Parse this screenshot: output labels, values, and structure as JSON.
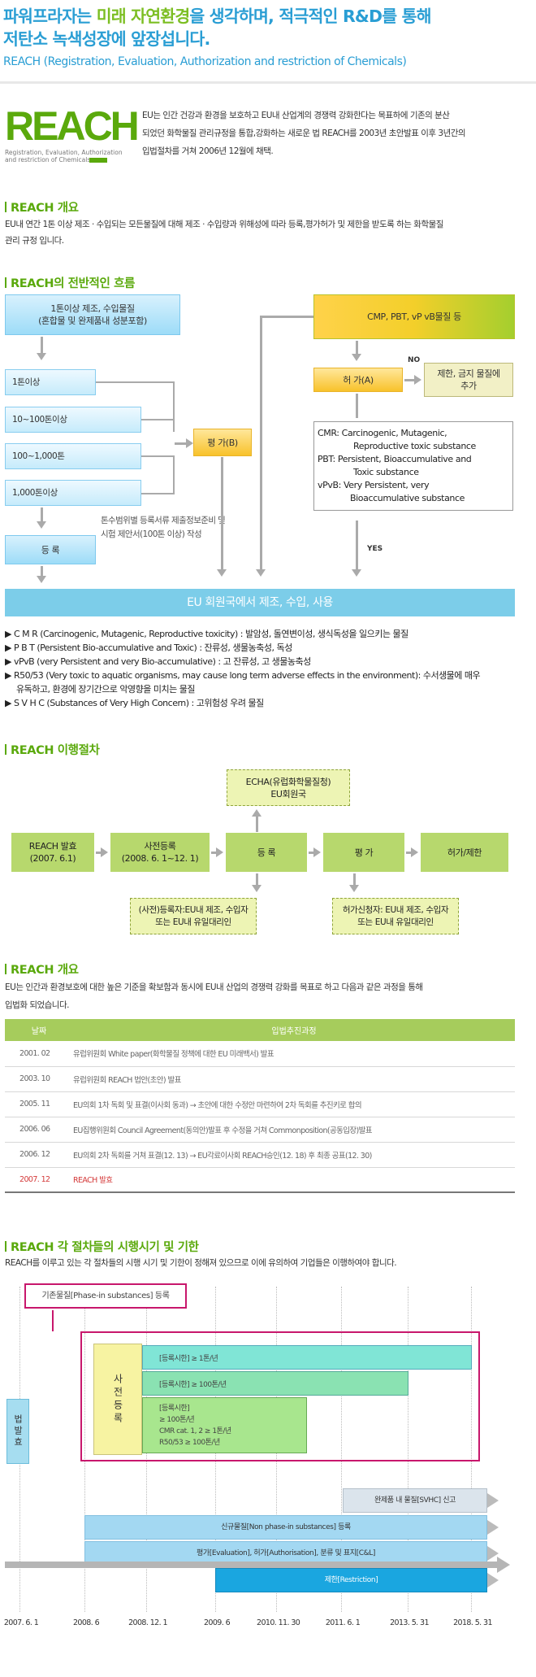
{
  "header": {
    "title_line1_a": "파워프라자는 ",
    "title_line1_b": "미래 자연환경",
    "title_line1_c": "을 생각하며, 적극적인 R&D를 통해",
    "title_line2": "저탄소 녹색성장에 앞장섭니다.",
    "subtitle": "REACH (Registration, Evaluation, Authorization and restriction of Chemicals)"
  },
  "logo": {
    "word": "REACH",
    "sub1": "Registration, Evaluation, Authorization",
    "sub2": "and restriction of Chemicals"
  },
  "intro": {
    "line1": "EU는 인간 건강과 환경을 보호하고 EU내 산업계의 경쟁력 강화한다는 목표하에 기존의 분산",
    "line2": "되었던 화학물질 관리규정을 통합,강화하는 새로운 법 REACH를 2003년 초안발표 이후 3년간의",
    "line3": "입법절차를 거쳐 2006년 12월에 채택."
  },
  "sec1": {
    "title": "REACH 개요",
    "line1": "EU내 연간 1톤 이상 제조 · 수입되는 모든물질에 대해 제조 · 수입량과 위해성에 따라 등록,평가허가 및 제한을 받도록 하는 화학물질",
    "line2": "관리 규정 입니다."
  },
  "sec2": {
    "title": "REACH의 전반적인 흐름",
    "top_box_1": "1톤이상 제조, 수입물질",
    "top_box_2": "(혼합물 및 완제품내 성분포함)",
    "tier1": "1톤이상",
    "tier2": "10~100톤이상",
    "tier3": "100~1,000톤",
    "tier4": "1,000톤이상",
    "register": "등 록",
    "tonnage_note_1": "톤수범위별 등록서류 제출정보준비 및",
    "tonnage_note_2": "시험 제안서(100톤 이상) 작성",
    "eval": "평 가(B)",
    "cmr_box": "CMP, PBT, vP vB물질 등",
    "permit": "허 가(A)",
    "no": "NO",
    "restrict_1": "제한, 금지 물질에",
    "restrict_2": "추가",
    "def1_a": "CMR: Carcinogenic, Mutagenic,",
    "def1_b": "Reproductive toxic substance",
    "def2_a": "PBT: Persistent, Bioaccumulative and",
    "def2_b": "Toxic  substance",
    "def3_a": "vPvB: Very Persistent, very",
    "def3_b": "Bioaccumulative substance",
    "yes": "YES",
    "eu_bar": "EU 회원국에서 제조, 수입, 사용"
  },
  "bullets": [
    "▶ C M R (Carcinogenic, Mutagenic, Reproductive toxicity) : 발암성, 돌연변이성, 생식독성을 일으키는 물질",
    "▶ P B T (Persistent Bio-accumulative and Toxic) : 잔류성, 생물농축성, 독성",
    "▶ vPvB (very Persistent and very Bio-accumulative) : 고 잔류성, 고 생물농축성",
    "▶ R50/53 (Very toxic to aquatic organisms, may cause long term adverse effects in the environment): 수서생물에 매우",
    "유독하고, 환경에 장기간으로 악영향을 미치는 물질",
    "▶ S V H C (Substances of Very High Concern) : 고위험성 우려 물질"
  ],
  "sec3": {
    "title": "REACH 이행절차",
    "echa_1": "ECHA(유럽화학물질청)",
    "echa_2": "EU회원국",
    "step1_1": "REACH 발효",
    "step1_2": "(2007. 6.1)",
    "step2_1": "사전등록",
    "step2_2": "(2008. 6. 1~12. 1)",
    "step3": "등 록",
    "step4": "평 가",
    "step5": "허가/제한",
    "pre_1": "(사전)등록자:EU내 제조, 수입자",
    "pre_2": "또는 EU내 유일대리인",
    "apply_1": "허가신청자: EU내 제조, 수입자",
    "apply_2": "또는 EU내 유일대리인"
  },
  "sec4": {
    "title": "REACH 개요",
    "line1": "EU는 인간과 환경보호에 대한 높은 기준을 확보함과 동시에 EU내 산업의 경쟁력 강화를 목표로 하고 다음과 같은 과정을 통해",
    "line2": "입법화 되었습니다."
  },
  "history": {
    "col_date": "날짜",
    "col_process": "입법추진과정",
    "rows": [
      {
        "date": "2001. 02",
        "text": "유럽위원회 White paper(화학물질 정책에 대한 EU 미래백서) 발표"
      },
      {
        "date": "2003. 10",
        "text": "유럽위원회 REACH 법안(초안) 발표"
      },
      {
        "date": "2005. 11",
        "text": "EU의회 1차 독회 및 표결(이사회 동과) → 초안에 대한 수정안 마련하여 2차 독회를 추진키로 합의"
      },
      {
        "date": "2006. 06",
        "text": "EU집행위원회 Council Agreement(동의안)발표 후 수정을 거쳐 Commonposition(공동입장)발표"
      },
      {
        "date": "2006. 12",
        "text": "EU의회 2차 독회를 거쳐 표결(12. 13) → EU각료이사회 REACH승인(12. 18) 후 최종 공표(12. 30)"
      },
      {
        "date": "2007. 12",
        "text": "REACH 발효"
      }
    ]
  },
  "sec5": {
    "title": "REACH 각 절차들의 시행시기 및 기한",
    "line1": "REACH를 이루고 있는 각 절차들의 시행 시기 및  기한이 정해져 있으므로 이에 유의하여 기업들은 이행하여야 합니다.",
    "phase_in": "기존물질[Phase-in substances] 등록",
    "pre_reg": "사전등록",
    "law": "법발효",
    "bar1": "[등록시한] ≥ 1톤/년",
    "bar2": "[등록시한] ≥ 100톤/년",
    "bar3_1": "[등록시한]",
    "bar3_2": "≥ 100톤/년",
    "bar3_3": "CMR cat. 1, 2 ≥ 1톤/년",
    "bar3_4": "R50/53 ≥ 100톤/년",
    "svhc": "완제품 내 물질[SVHC] 신고",
    "non_phase": "신규물질[Non phase-in substances] 등록",
    "evaluation": "평가[Evaluation], 허가[Authorisation], 분류 및 표지[C&L]",
    "restriction": "제한[Restriction]",
    "ticks": [
      "2007. 6. 1",
      "2008. 6",
      "2008. 12. 1",
      "2009. 6",
      "2010. 11. 30",
      "2011. 6. 1",
      "2013. 5. 31",
      "2018. 5. 31"
    ]
  },
  "colors": {
    "green": "#5aa90c",
    "blue": "#2a9ed4",
    "eu_bar": "#7ccde9",
    "magenta": "#c8176c",
    "table_header": "#a6cc5c"
  }
}
